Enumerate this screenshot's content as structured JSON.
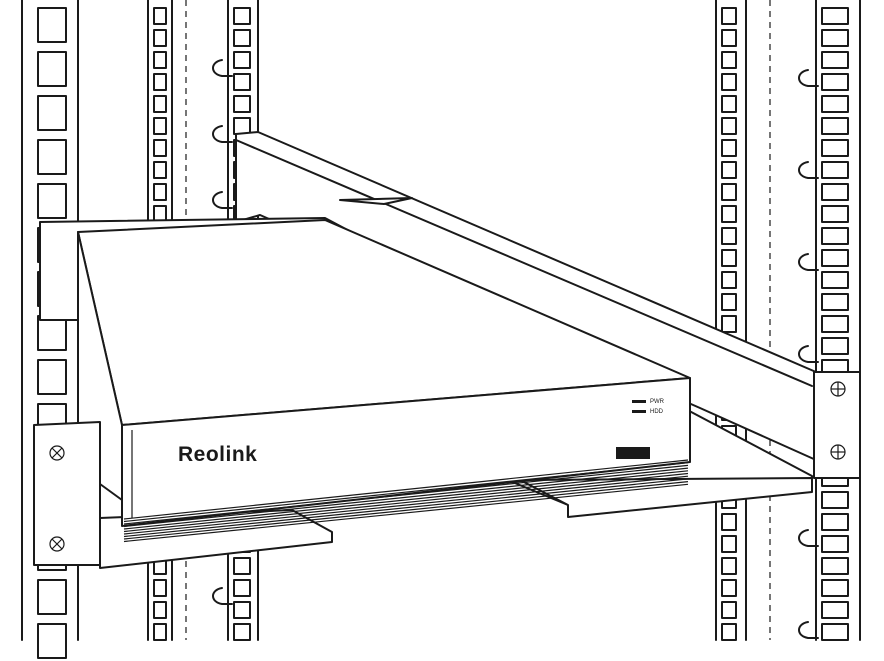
{
  "device": {
    "brand_logo": "Reolink",
    "indicators": [
      {
        "label": "PWR"
      },
      {
        "label": "HDD"
      }
    ]
  },
  "icons": {
    "left_screws": "cross-screw-icon",
    "right_screws": "plus-screw-icon"
  }
}
